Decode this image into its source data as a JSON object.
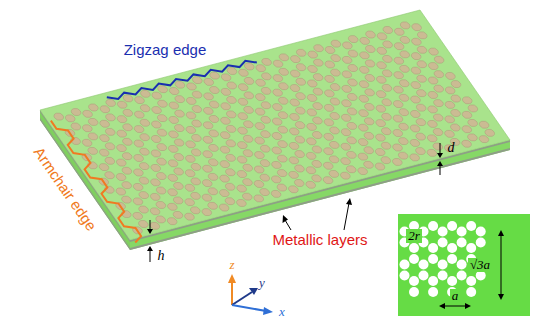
{
  "diagram": {
    "labels": [
      "Zigzag edge",
      "Armchair edge",
      "Metallic layers",
      "d",
      "h",
      "z",
      "y",
      "x",
      "2r",
      "√3a",
      "a"
    ]
  }
}
